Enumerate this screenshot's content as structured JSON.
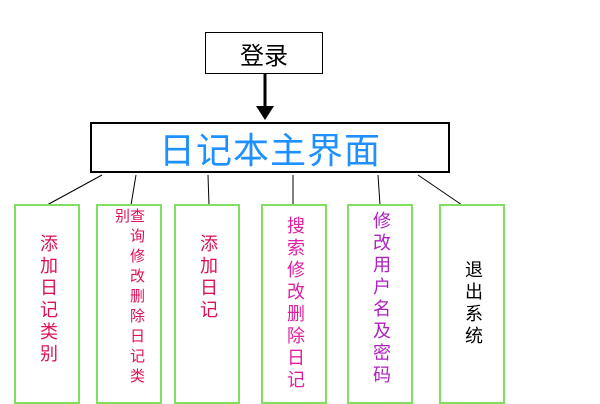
{
  "diagram": {
    "root": {
      "label": "登录"
    },
    "main": {
      "label": "日记本主界面"
    },
    "children": [
      {
        "label": "添加日记类别",
        "color": "#e0105a"
      },
      {
        "label": "查询修改删除日记类别",
        "color": "#e0105a"
      },
      {
        "label": "添加日记",
        "color": "#e0105a"
      },
      {
        "label": "搜索修改删除日记",
        "color": "#e020a0"
      },
      {
        "label": "修改用户名及密码",
        "color": "#b020c0"
      },
      {
        "label": "退出系统",
        "color": "#000000"
      }
    ]
  },
  "colors": {
    "main_text": "#1e90ff",
    "child_border": "#7fe060",
    "lines": "#000000"
  }
}
